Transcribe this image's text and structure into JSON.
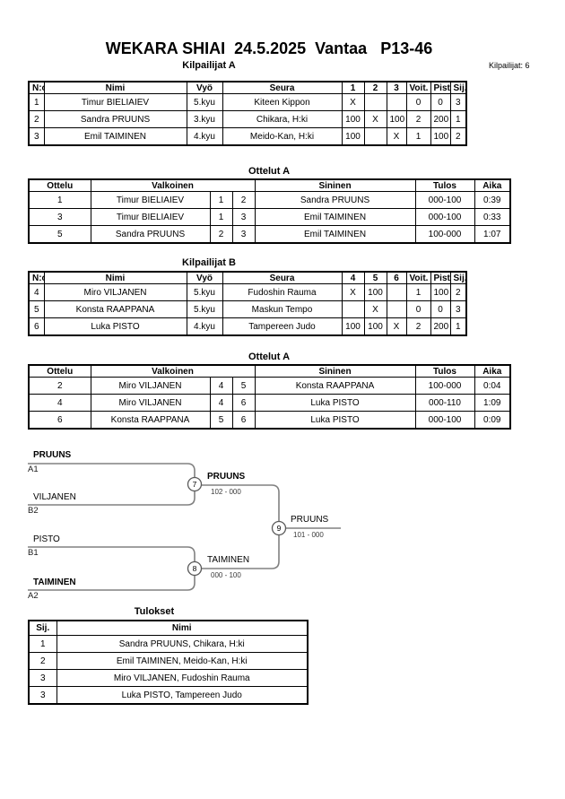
{
  "page": {
    "title": "WEKARA SHIAI  24.5.2025  Vantaa   P13-46",
    "competitors_count": "Kilpailijat: 6"
  },
  "colors": {
    "text": "#000000",
    "table_border": "#000000",
    "bracket_line": "#808080"
  },
  "pool_a": {
    "title": "Kilpailijat A",
    "headers": [
      "N:o",
      "Nimi",
      "Vyö",
      "Seura",
      "1",
      "2",
      "3",
      "Voit.",
      "Pist.",
      "Sij."
    ],
    "rows": [
      {
        "no": "1",
        "name": "Timur BIELIAIEV",
        "belt": "5.kyu",
        "club": "Kiteen Kippon",
        "c1": "X",
        "c2": "",
        "c3": "",
        "wins": "0",
        "points": "0",
        "rank": "3"
      },
      {
        "no": "2",
        "name": "Sandra PRUUNS",
        "belt": "3.kyu",
        "club": "Chikara, H:ki",
        "c1": "100",
        "c2": "X",
        "c3": "100",
        "wins": "2",
        "points": "200",
        "rank": "1"
      },
      {
        "no": "3",
        "name": "Emil TAIMINEN",
        "belt": "4.kyu",
        "club": "Meido-Kan, H:ki",
        "c1": "100",
        "c2": "",
        "c3": "X",
        "wins": "1",
        "points": "100",
        "rank": "2"
      }
    ]
  },
  "matches_a": {
    "title": "Ottelut A",
    "headers": [
      "Ottelu",
      "Valkoinen",
      "Sininen",
      "Tulos",
      "Aika"
    ],
    "rows": [
      {
        "match": "1",
        "white": "Timur BIELIAIEV",
        "white_bold": false,
        "wno": "1",
        "bno": "2",
        "blue": "Sandra PRUUNS",
        "blue_bold": true,
        "result": "000-100",
        "time": "0:39"
      },
      {
        "match": "3",
        "white": "Timur BIELIAIEV",
        "white_bold": false,
        "wno": "1",
        "bno": "3",
        "blue": "Emil TAIMINEN",
        "blue_bold": true,
        "result": "000-100",
        "time": "0:33"
      },
      {
        "match": "5",
        "white": "Sandra PRUUNS",
        "white_bold": true,
        "wno": "2",
        "bno": "3",
        "blue": "Emil TAIMINEN",
        "blue_bold": false,
        "result": "100-000",
        "time": "1:07"
      }
    ]
  },
  "pool_b": {
    "title": "Kilpailijat B",
    "headers": [
      "N:o",
      "Nimi",
      "Vyö",
      "Seura",
      "4",
      "5",
      "6",
      "Voit.",
      "Pist.",
      "Sij."
    ],
    "rows": [
      {
        "no": "4",
        "name": "Miro VILJANEN",
        "belt": "5.kyu",
        "club": "Fudoshin Rauma",
        "c1": "X",
        "c2": "100",
        "c3": "",
        "wins": "1",
        "points": "100",
        "rank": "2"
      },
      {
        "no": "5",
        "name": "Konsta RAAPPANA",
        "belt": "5.kyu",
        "club": "Maskun Tempo",
        "c1": "",
        "c2": "X",
        "c3": "",
        "wins": "0",
        "points": "0",
        "rank": "3"
      },
      {
        "no": "6",
        "name": "Luka PISTO",
        "belt": "4.kyu",
        "club": "Tampereen Judo",
        "c1": "100",
        "c2": "100",
        "c3": "X",
        "wins": "2",
        "points": "200",
        "rank": "1"
      }
    ]
  },
  "matches_b": {
    "title": "Ottelut A",
    "headers": [
      "Ottelu",
      "Valkoinen",
      "Sininen",
      "Tulos",
      "Aika"
    ],
    "rows": [
      {
        "match": "2",
        "white": "Miro VILJANEN",
        "white_bold": true,
        "wno": "4",
        "bno": "5",
        "blue": "Konsta RAAPPANA",
        "blue_bold": false,
        "result": "100-000",
        "time": "0:04"
      },
      {
        "match": "4",
        "white": "Miro VILJANEN",
        "white_bold": false,
        "wno": "4",
        "bno": "6",
        "blue": "Luka PISTO",
        "blue_bold": true,
        "result": "000-110",
        "time": "1:09"
      },
      {
        "match": "6",
        "white": "Konsta RAAPPANA",
        "white_bold": false,
        "wno": "5",
        "bno": "6",
        "blue": "Luka PISTO",
        "blue_bold": true,
        "result": "000-100",
        "time": "0:09"
      }
    ]
  },
  "bracket": {
    "entries": [
      {
        "name": "PRUUNS",
        "slot": "A1",
        "bold": true
      },
      {
        "name": "VILJANEN",
        "slot": "B2",
        "bold": false
      },
      {
        "name": "PISTO",
        "slot": "B1",
        "bold": false
      },
      {
        "name": "TAIMINEN",
        "slot": "A2",
        "bold": true
      }
    ],
    "match7": {
      "number": "7",
      "winner": "PRUUNS",
      "score": "102 - 000",
      "bold": true
    },
    "match8": {
      "number": "8",
      "winner": "TAIMINEN",
      "score": "000 - 100",
      "bold": false
    },
    "match9": {
      "number": "9",
      "winner": "PRUUNS",
      "score": "101 - 000",
      "bold": false
    }
  },
  "results": {
    "title": "Tulokset",
    "headers": [
      "Sij.",
      "Nimi"
    ],
    "rows": [
      {
        "rank": "1",
        "name": "Sandra PRUUNS, Chikara, H:ki"
      },
      {
        "rank": "2",
        "name": "Emil TAIMINEN, Meido-Kan, H:ki"
      },
      {
        "rank": "3",
        "name": "Miro VILJANEN, Fudoshin Rauma"
      },
      {
        "rank": "3",
        "name": "Luka PISTO, Tampereen Judo"
      }
    ]
  }
}
